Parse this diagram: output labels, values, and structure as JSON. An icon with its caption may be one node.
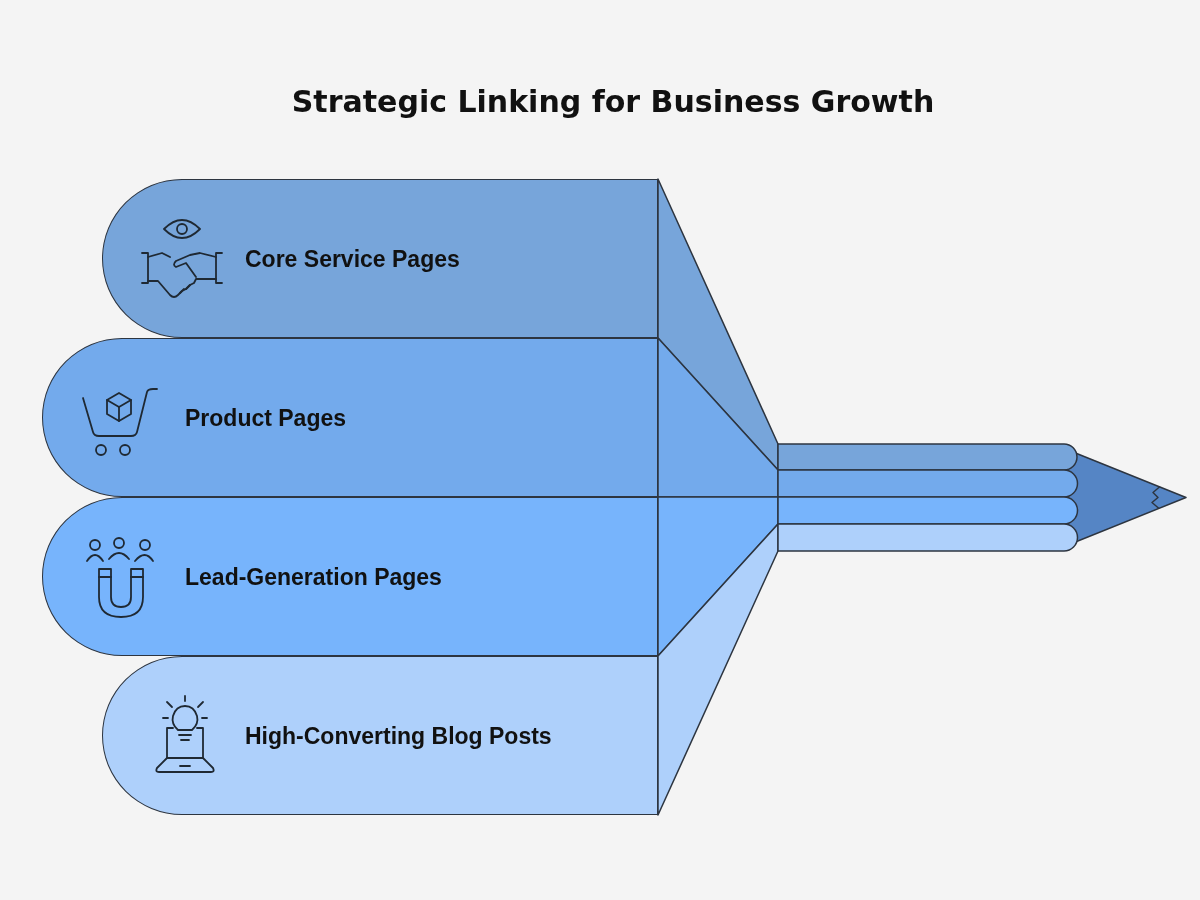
{
  "diagram": {
    "title": "Strategic Linking for Business Growth",
    "nodes": [
      {
        "text": [
          "Core Service Pages"
        ]
      },
      {
        "text": [
          "Product Pages"
        ]
      },
      {
        "text": [
          "Lead-Generation Pages"
        ]
      },
      {
        "text": [
          "High-Converting Blog Posts"
        ]
      }
    ]
  }
}
